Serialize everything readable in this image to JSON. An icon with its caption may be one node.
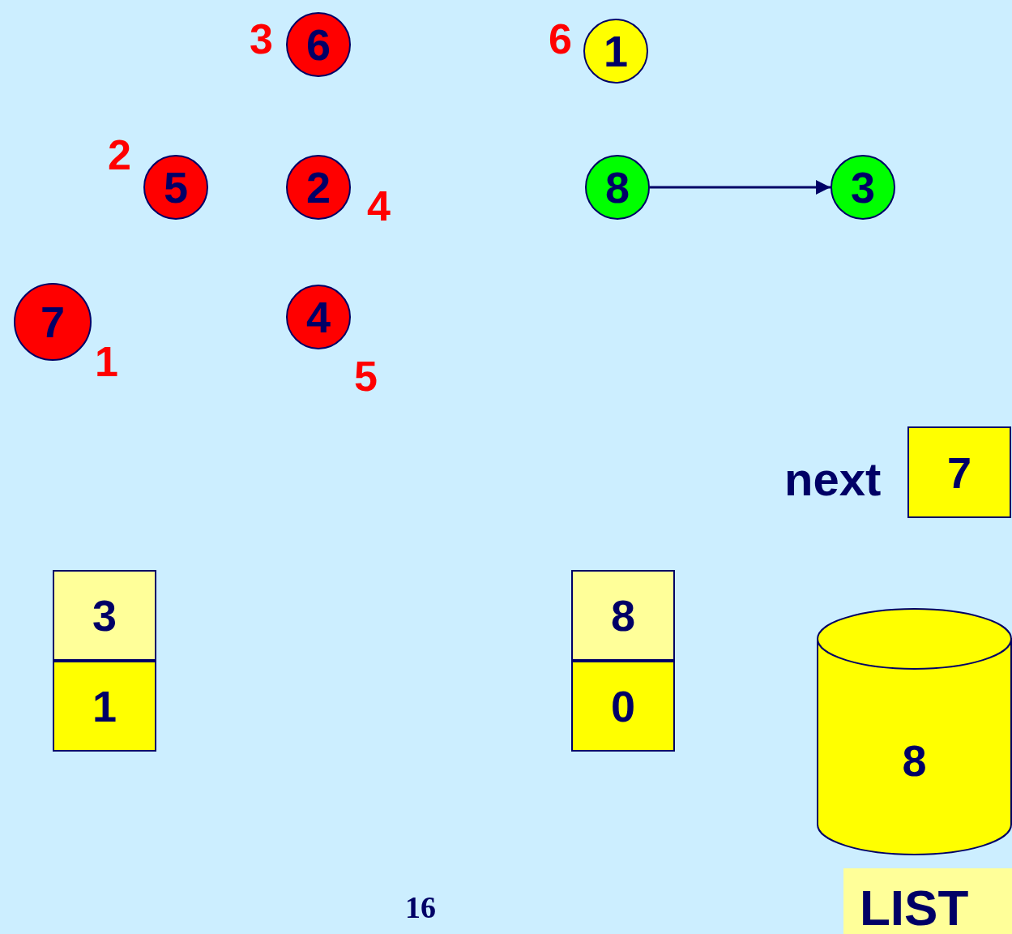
{
  "diagram": {
    "nodes": [
      {
        "text": [
          "6"
        ],
        "beside": [
          "3"
        ]
      },
      {
        "text": [
          "1"
        ],
        "beside": [
          "6"
        ]
      },
      {
        "text": [
          "5"
        ],
        "beside": [
          "2"
        ]
      },
      {
        "text": [
          "2"
        ],
        "beside": [
          "4"
        ]
      },
      {
        "text": [
          "8"
        ]
      },
      {
        "text": [
          "3"
        ]
      },
      {
        "text": [
          "7"
        ],
        "beside": [
          "1"
        ]
      },
      {
        "text": [
          "4"
        ],
        "beside": [
          "5"
        ]
      },
      {
        "text": [
          "7"
        ],
        "beside": [
          "next"
        ]
      },
      {
        "text": [
          "3"
        ]
      },
      {
        "text": [
          "1"
        ]
      },
      {
        "text": [
          "8"
        ]
      },
      {
        "text": [
          "0"
        ]
      },
      {
        "text": [
          "8"
        ]
      },
      {
        "text": [
          "LIST"
        ]
      }
    ],
    "edges": [
      {
        "from": 4,
        "to": 5,
        "arrow": "to"
      }
    ],
    "labels": [
      "16"
    ]
  }
}
